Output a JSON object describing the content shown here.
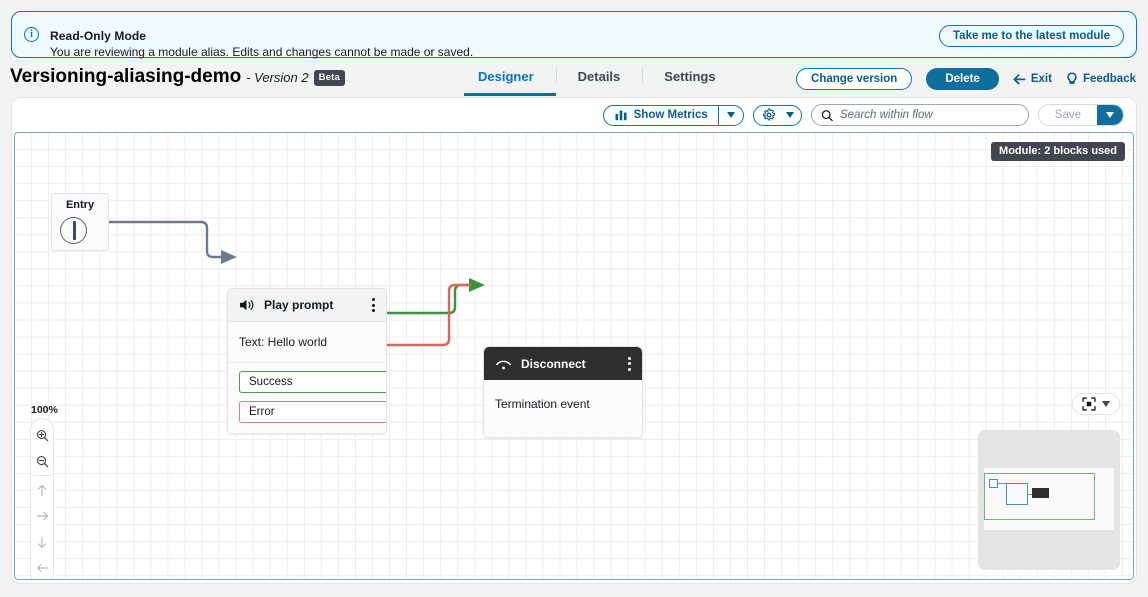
{
  "banner": {
    "icon": "info-circle-icon",
    "title": "Read-Only Mode",
    "subtitle": "You are reviewing a module alias. Edits and changes cannot be made or saved.",
    "action_label": "Take me to the latest module"
  },
  "header": {
    "title": "Versioning-aliasing-demo",
    "version": "- Version 2",
    "badge": "Beta",
    "tabs": [
      {
        "label": "Designer",
        "active": true
      },
      {
        "label": "Details",
        "active": false
      },
      {
        "label": "Settings",
        "active": false
      }
    ],
    "actions": {
      "change_version": "Change version",
      "delete": "Delete",
      "exit": "Exit",
      "feedback": "Feedback"
    }
  },
  "toolbar": {
    "show_metrics": "Show Metrics",
    "settings_icon": "gear-icon",
    "search_placeholder": "Search within flow",
    "search_value": "",
    "save": "Save"
  },
  "canvas": {
    "module_badge": "Module: 2 blocks used",
    "zoom_level": "100%",
    "nodes": {
      "entry": {
        "label": "Entry"
      },
      "play_prompt": {
        "title": "Play prompt",
        "icon": "speaker-icon",
        "body": "Text: Hello world",
        "ports": [
          {
            "label": "Success",
            "type": "success"
          },
          {
            "label": "Error",
            "type": "error"
          }
        ]
      },
      "disconnect": {
        "title": "Disconnect",
        "icon": "disconnect-icon",
        "body": "Termination event"
      }
    }
  },
  "colors": {
    "accent": "#0972d3",
    "accent_dark": "#0f6f9c",
    "success_edge": "#3f9142",
    "error_edge": "#d4695c",
    "entry_edge": "#6b7b8c",
    "dark_node": "#2e2e2e"
  }
}
